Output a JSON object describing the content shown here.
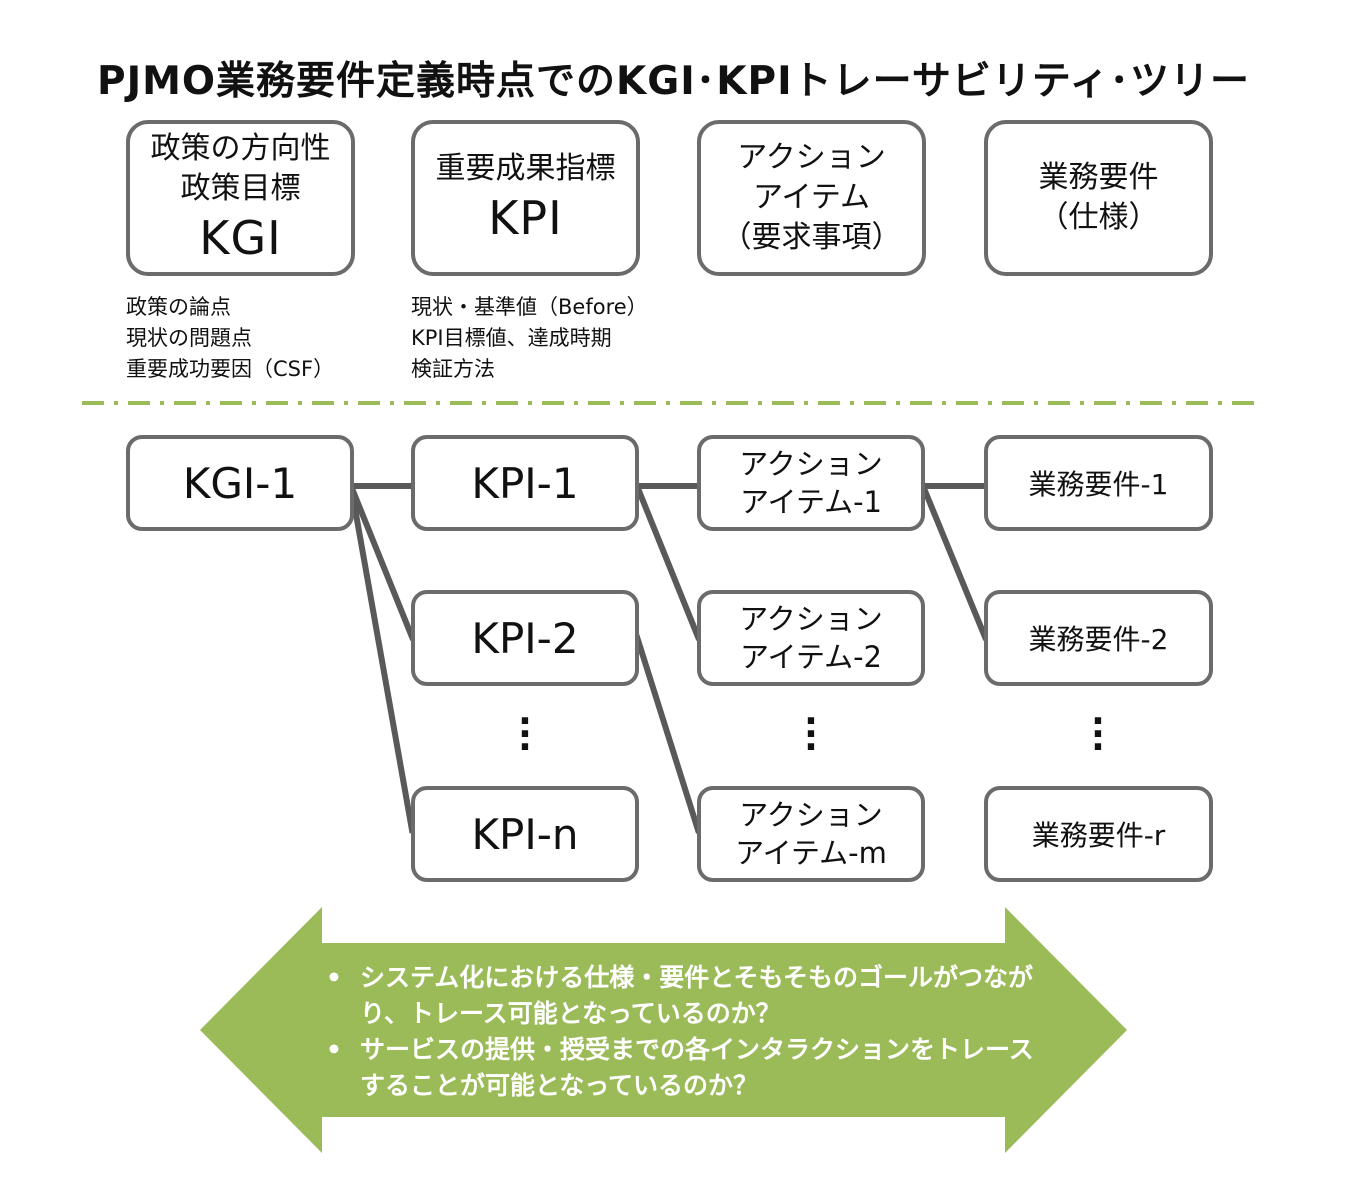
{
  "title": "PJMO業務要件定義時点でのKGI･KPIトレーサビリティ･ツリー",
  "header_boxes": {
    "kgi": {
      "line1": "政策の方向性",
      "line2": "政策目標",
      "big": "KGI"
    },
    "kpi": {
      "line1": "重要成果指標",
      "big": "KPI"
    },
    "action": {
      "line1": "アクション",
      "line2": "アイテム",
      "line3": "（要求事項）"
    },
    "req": {
      "line1": "業務要件",
      "line2": "（仕様）"
    }
  },
  "notes": {
    "kgi": [
      "政策の論点",
      "現状の問題点",
      "重要成功要因（CSF）"
    ],
    "kpi": [
      "現状・基準値（Before）",
      "KPI目標値、達成時期",
      "検証方法"
    ]
  },
  "tree": {
    "kgi_1": "KGI-1",
    "kpi_1": "KPI-1",
    "kpi_2": "KPI-2",
    "kpi_n": "KPI-n",
    "action_1": {
      "line1": "アクション",
      "line2": "アイテム-1"
    },
    "action_2": {
      "line1": "アクション",
      "line2": "アイテム-2"
    },
    "action_m": {
      "line1": "アクション",
      "line2": "アイテム-m"
    },
    "req_1": "業務要件-1",
    "req_2": "業務要件-2",
    "req_r": "業務要件-r"
  },
  "arrow_bullets": [
    "システム化における仕様・要件とそもそものゴールがつながり、トレース可能となっているのか？",
    "サービスの提供・授受までの各インタラクションをトレースすることが可能となっているのか？"
  ],
  "colors": {
    "box_border": "#6b6b6b",
    "connector": "#595959",
    "divider": "#9bbb59",
    "arrow_fill": "#9bbb59",
    "arrow_text": "#ffffff"
  }
}
